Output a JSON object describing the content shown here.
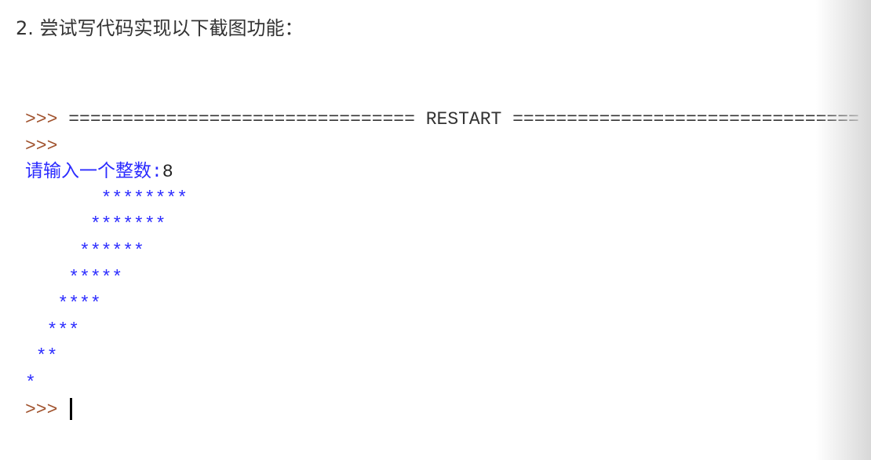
{
  "heading": "2. 尝试写代码实现以下截图功能：",
  "shell": {
    "prompt": ">>>",
    "restart_line": "================================ RESTART ================================",
    "input_prompt": "请输入一个整数:",
    "input_value": "8",
    "output_lines": [
      "       ********",
      "      *******",
      "     ******",
      "    *****",
      "   ****",
      "  ***",
      " **",
      "*"
    ]
  }
}
